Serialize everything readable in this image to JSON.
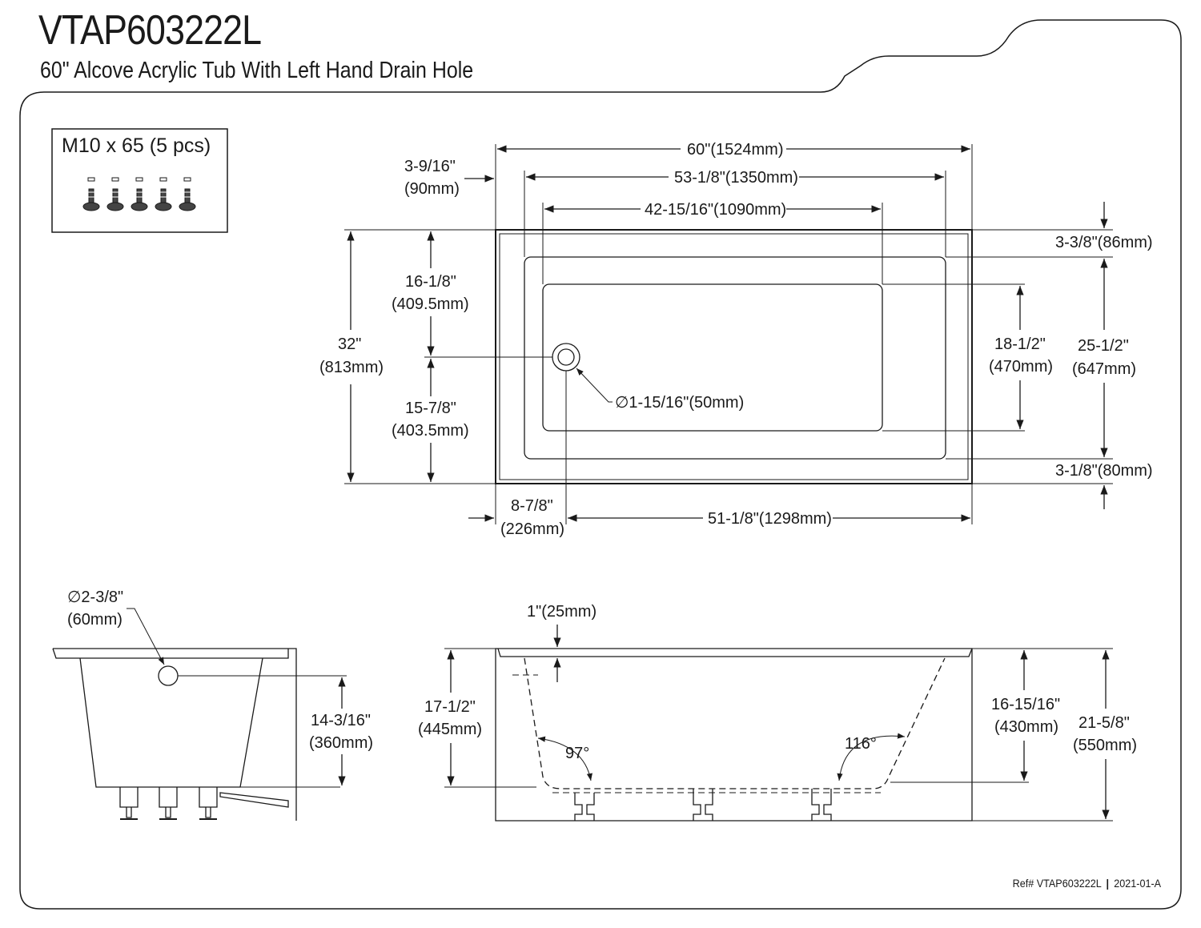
{
  "header": {
    "title": "VTAP603222L",
    "subtitle": "60\" Alcove Acrylic Tub With Left Hand Drain Hole"
  },
  "hardware": {
    "label": "M10 x 65 (5 pcs)"
  },
  "top_view": {
    "overall_length": "60\"(1524mm)",
    "inner_length": "53-1/8\"(1350mm)",
    "floor_length": "42-15/16\"(1090mm)",
    "offset_in": "3-9/16\"",
    "offset_mm": "(90mm)",
    "depth_in": "32\"",
    "depth_mm": "(813mm)",
    "drain_upper_in": "16-1/8\"",
    "drain_upper_mm": "(409.5mm)",
    "drain_lower_in": "15-7/8\"",
    "drain_lower_mm": "(403.5mm)",
    "drain_diameter": "∅1-15/16\"(50mm)",
    "rim_top": "3-3/8\"(86mm)",
    "rim_bottom": "3-1/8\"(80mm)",
    "floor_width_in": "18-1/2\"",
    "floor_width_mm": "(470mm)",
    "inner_width_in": "25-1/2\"",
    "inner_width_mm": "(647mm)",
    "drain_offset_in": "8-7/8\"",
    "drain_offset_mm": "(226mm)",
    "drain_to_end": "51-1/8\"(1298mm)"
  },
  "side_view": {
    "overflow_diameter_in": "∅2-3/8\"",
    "overflow_diameter_mm": "(60mm)",
    "overflow_height_in": "14-3/16\"",
    "overflow_height_mm": "(360mm)"
  },
  "front_view": {
    "rim_thickness": "1\"(25mm)",
    "inner_depth_in": "17-1/2\"",
    "inner_depth_mm": "(445mm)",
    "angle_left": "97°",
    "angle_right": "116°",
    "water_depth_in": "16-15/16\"",
    "water_depth_mm": "(430mm)",
    "total_height_in": "21-5/8\"",
    "total_height_mm": "(550mm)"
  },
  "footer": {
    "ref": "Ref# VTAP603222L",
    "separator": "|",
    "revision": "2021-01-A"
  }
}
